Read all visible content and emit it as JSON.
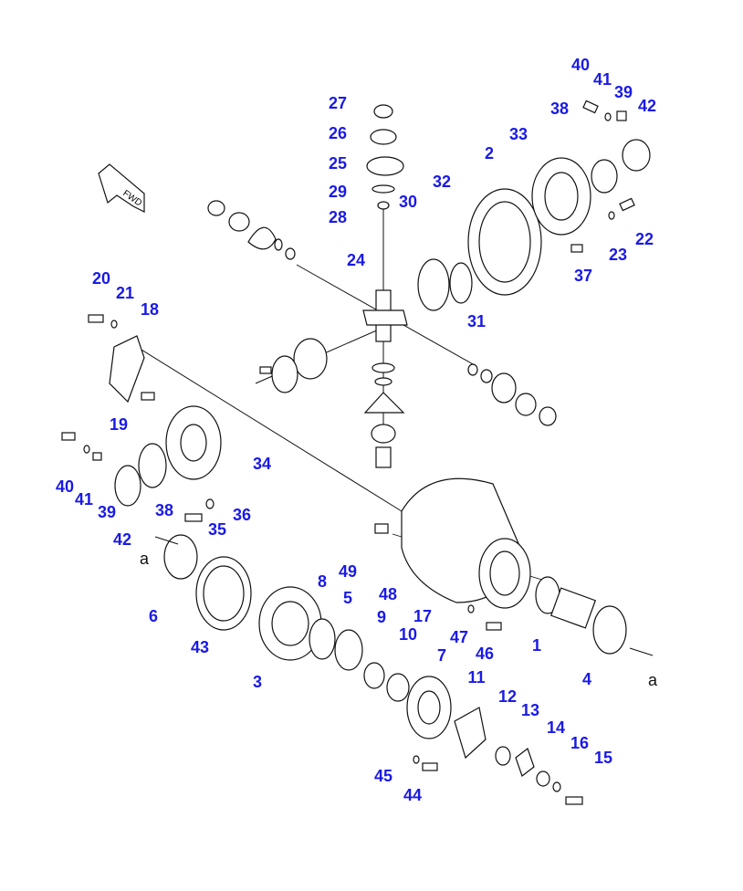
{
  "diagram": {
    "label_color": "#1a1ae6",
    "line_color": "#111111",
    "parts": [
      "27",
      "26",
      "25",
      "29",
      "28",
      "24",
      "30",
      "31",
      "32",
      "2",
      "33",
      "38",
      "40",
      "41",
      "39",
      "42",
      "23",
      "22",
      "37",
      "20",
      "21",
      "18",
      "19",
      "34",
      "35",
      "36",
      "40",
      "41",
      "39",
      "42",
      "38",
      "6",
      "43",
      "3",
      "8",
      "5",
      "9",
      "10",
      "7",
      "11",
      "12",
      "13",
      "14",
      "15",
      "16",
      "44",
      "45",
      "48",
      "49",
      "17",
      "47",
      "46",
      "1",
      "4"
    ],
    "reference_marks": [
      "a",
      "a"
    ],
    "forward_marker": "FWD"
  }
}
